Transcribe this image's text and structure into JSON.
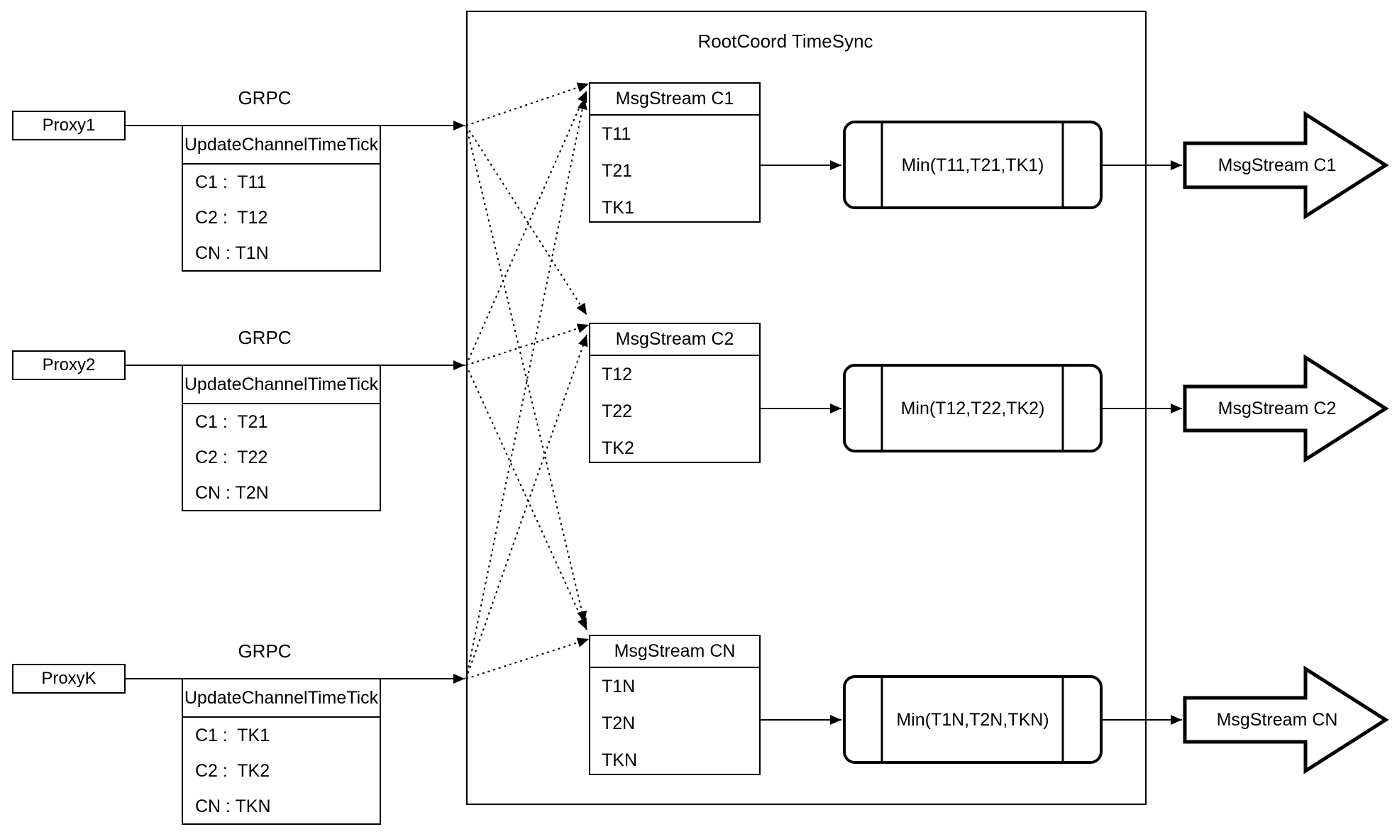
{
  "title": "RootCoord TimeSync",
  "grpc_label": "GRPC",
  "update_header": "UpdateChannelTimeTick",
  "proxies": [
    {
      "name": "Proxy1",
      "rows": [
        "C1 :  T11",
        "C2 :  T12",
        "CN : T1N"
      ]
    },
    {
      "name": "Proxy2",
      "rows": [
        "C1 :  T21",
        "C2 :  T22",
        "CN : T2N"
      ]
    },
    {
      "name": "ProxyK",
      "rows": [
        "C1 :  TK1",
        "C2 :  TK2",
        "CN : TKN"
      ]
    }
  ],
  "streams": [
    {
      "header": "MsgStream C1",
      "ticks": [
        "T11",
        "T21",
        "TK1"
      ],
      "min_label": "Min(T11,T21,TK1)",
      "out_label": "MsgStream C1"
    },
    {
      "header": "MsgStream C2",
      "ticks": [
        "T12",
        "T22",
        "TK2"
      ],
      "min_label": "Min(T12,T22,TK2)",
      "out_label": "MsgStream C2"
    },
    {
      "header": "MsgStream CN",
      "ticks": [
        "T1N",
        "T2N",
        "TKN"
      ],
      "min_label": "Min(T1N,T2N,TKN)",
      "out_label": "MsgStream CN"
    }
  ],
  "colors": {
    "stroke": "#000000",
    "background": "#ffffff"
  }
}
